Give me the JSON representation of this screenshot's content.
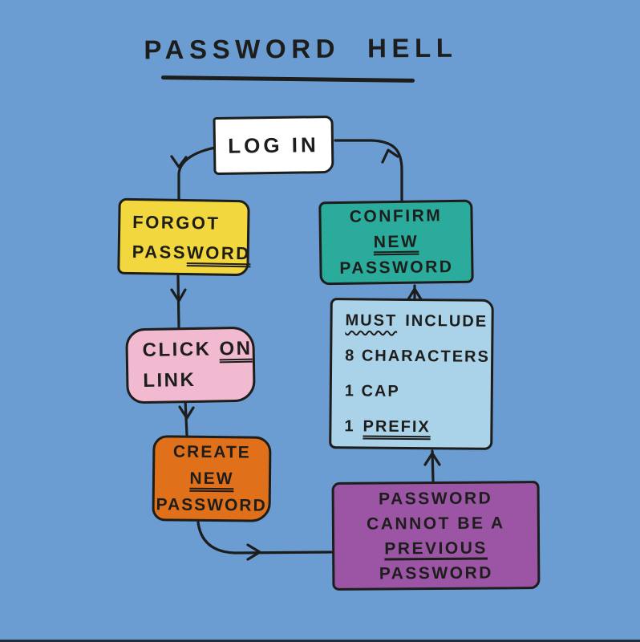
{
  "card": {
    "title": "PASSWORD HELL",
    "background_color": "#6B9DD3",
    "ink_color": "#1D1D1B"
  },
  "nodes": {
    "login": {
      "fill": "#FFFFFF",
      "label": "LOG IN"
    },
    "forgot_password": {
      "fill": "#F3D73E",
      "line1": "FORGOT",
      "line2_part1": "PASS",
      "line2_part2": "WORD"
    },
    "click_link": {
      "fill": "#F1BAD1",
      "line1_part1": "CLICK",
      "line1_part2": "ON",
      "line2": "LINK"
    },
    "create_password": {
      "fill": "#E1701B",
      "line1": "CREATE",
      "line2": "NEW",
      "line3": "PASSWORD"
    },
    "confirm_password": {
      "fill": "#2AAB9B",
      "line1": "CONFIRM",
      "line2": "NEW",
      "line3": "PASSWORD"
    },
    "must_include": {
      "fill": "#AAD2E8",
      "line1_part1": "MUST",
      "line1_part2": "INCLUDE",
      "line2": "8 CHARACTERS",
      "line3": "1 CAP",
      "line4_part1": "1",
      "line4_part2": "PREFIX"
    },
    "previous_password": {
      "fill": "#9B55A4",
      "line1": "PASSWORD",
      "line2": "CANNOT BE A",
      "line3": "PREVIOUS",
      "line4": "PASSWORD"
    }
  },
  "edges": [
    {
      "from": "login",
      "to": "forgot_password"
    },
    {
      "from": "forgot_password",
      "to": "click_link"
    },
    {
      "from": "click_link",
      "to": "create_password"
    },
    {
      "from": "create_password",
      "to": "previous_password"
    },
    {
      "from": "previous_password",
      "to": "must_include"
    },
    {
      "from": "must_include",
      "to": "confirm_password"
    },
    {
      "from": "confirm_password",
      "to": "login"
    }
  ]
}
